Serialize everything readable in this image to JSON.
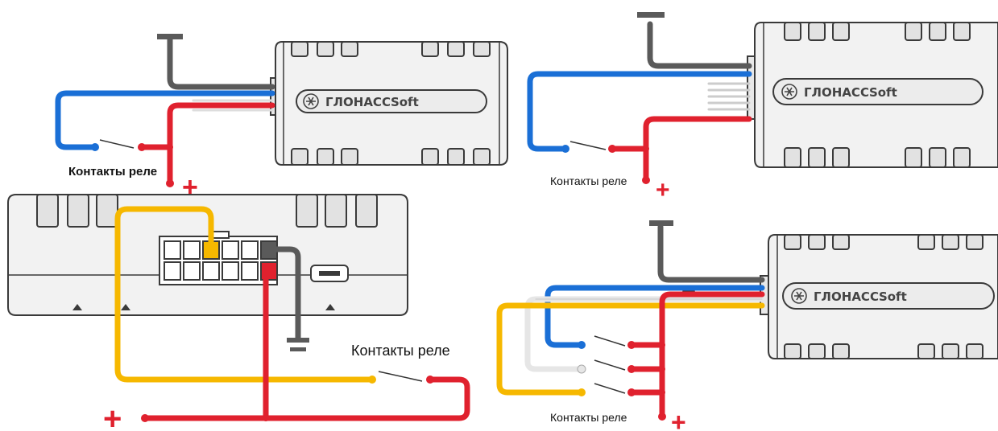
{
  "brand": "ГЛОНАССSoft",
  "relay_label": "Контакты реле",
  "plus_sign": "+",
  "minus_sign": "−",
  "colors": {
    "wire_blue": "#1a6fd6",
    "wire_red": "#e0212e",
    "wire_yellow": "#f6b800",
    "wire_gray": "#5a5a5a",
    "wire_white": "#e6e6e6",
    "device_body": "#f2f2f2",
    "device_outline": "#3a3a3a"
  },
  "icons": [
    "snowflake-logo-icon",
    "usb-port-icon",
    "ground-symbol-icon"
  ],
  "diagrams": [
    {
      "name": "top-left",
      "terminals": [
        "ground",
        "blue",
        "red"
      ]
    },
    {
      "name": "top-right",
      "terminals": [
        "ground",
        "blue",
        "red"
      ]
    },
    {
      "name": "bottom-left",
      "terminals": [
        "ground",
        "yellow",
        "red"
      ]
    },
    {
      "name": "bottom-right",
      "terminals": [
        "ground",
        "blue",
        "white",
        "yellow",
        "red"
      ]
    }
  ]
}
